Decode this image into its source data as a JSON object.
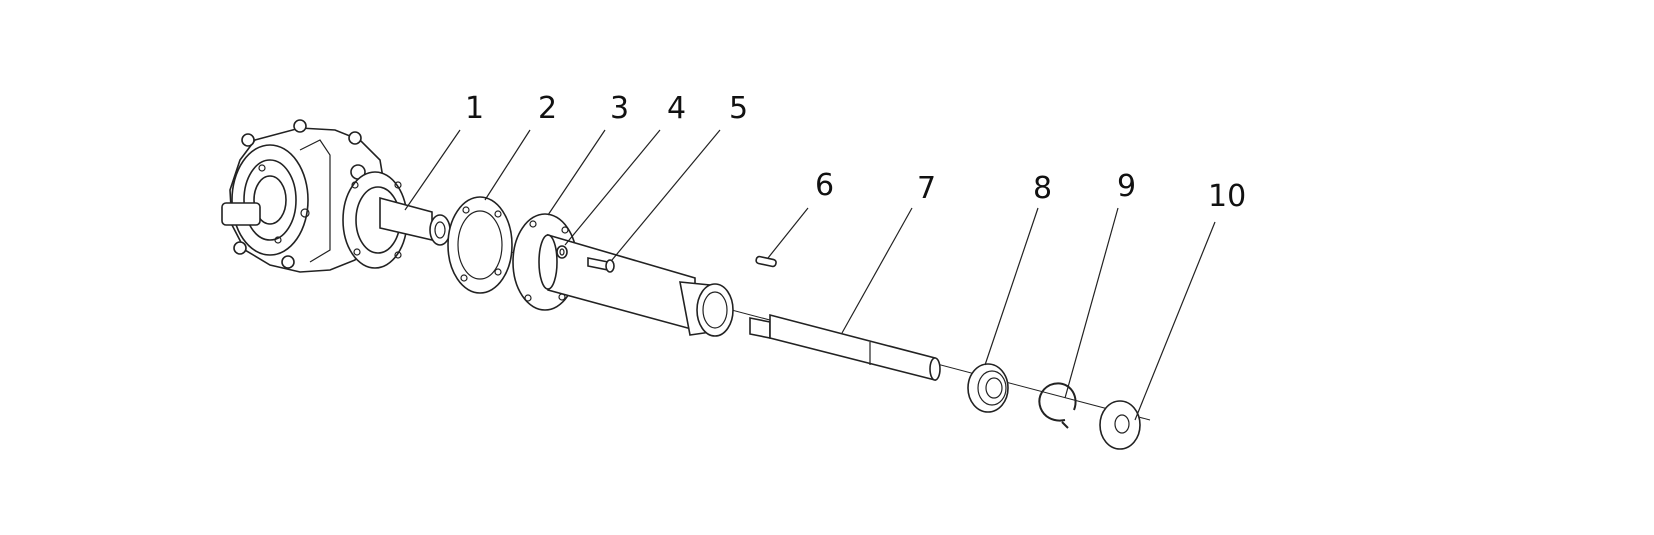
{
  "diagram": {
    "callouts": [
      {
        "id": "1",
        "label": "1"
      },
      {
        "id": "2",
        "label": "2"
      },
      {
        "id": "3",
        "label": "3"
      },
      {
        "id": "4",
        "label": "4"
      },
      {
        "id": "5",
        "label": "5"
      },
      {
        "id": "6",
        "label": "6"
      },
      {
        "id": "7",
        "label": "7"
      },
      {
        "id": "8",
        "label": "8"
      },
      {
        "id": "9",
        "label": "9"
      },
      {
        "id": "10",
        "label": "10"
      }
    ],
    "colors": {
      "line": "#222222",
      "background": "#ffffff"
    }
  }
}
